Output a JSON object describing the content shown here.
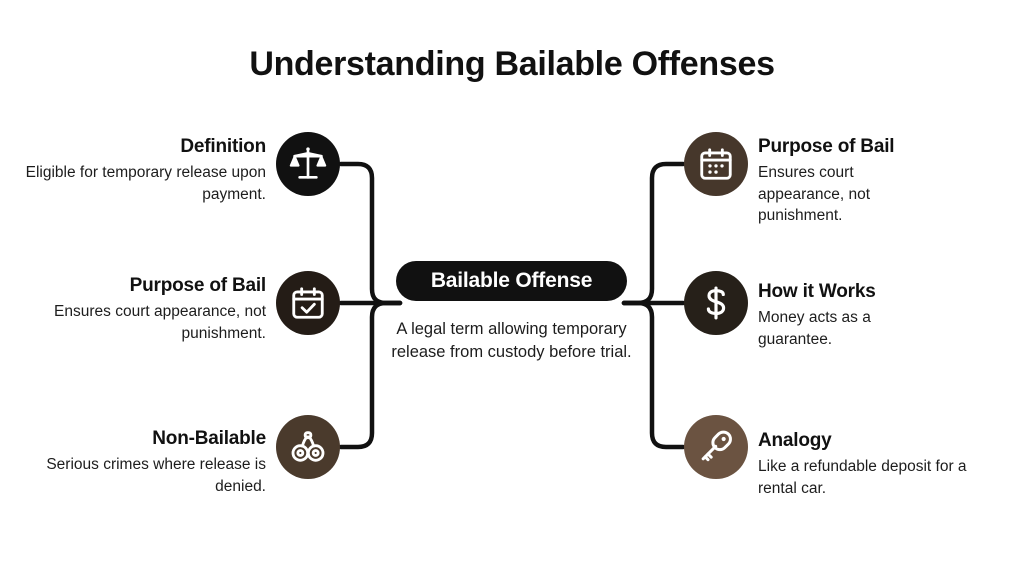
{
  "title": "Understanding Bailable Offenses",
  "center": {
    "label": "Bailable Offense",
    "description": "A legal term allowing temporary release from custody before trial.",
    "color": "#111111"
  },
  "colors": {
    "black": "#111111",
    "dark_brown": "#332a22",
    "brown": "#46372b",
    "mid_brown": "#6b5341",
    "text": "#1d1d1d",
    "wire": "#111111",
    "background": "#ffffff"
  },
  "branches": {
    "left": [
      {
        "heading": "Definition",
        "description": "Eligible for temporary release upon payment.",
        "icon": "scales-of-justice-icon",
        "circle_color": "#111111"
      },
      {
        "heading": "Purpose of Bail",
        "description": "Ensures court appearance, not punishment.",
        "icon": "calendar-check-icon",
        "circle_color": "#241c16"
      },
      {
        "heading": "Non-Bailable",
        "description": "Serious crimes where release is denied.",
        "icon": "handcuffs-icon",
        "circle_color": "#4a3a2c"
      }
    ],
    "right": [
      {
        "heading": "Purpose of Bail",
        "description": "Ensures court appearance, not punishment.",
        "icon": "calendar-dots-icon",
        "circle_color": "#46372b"
      },
      {
        "heading": "How it Works",
        "description": "Money acts as a guarantee.",
        "icon": "dollar-sign-icon",
        "circle_color": "#262019"
      },
      {
        "heading": "Analogy",
        "description": "Like a refundable deposit for a rental car.",
        "icon": "key-icon",
        "circle_color": "#6b5341"
      }
    ]
  }
}
